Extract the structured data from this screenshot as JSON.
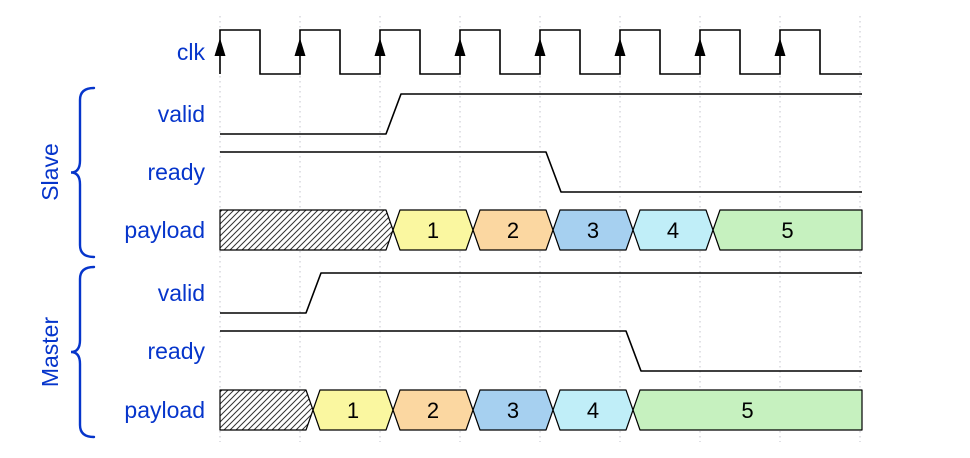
{
  "diagram": {
    "colors": {
      "label": "#0635cb",
      "line": "#000000",
      "grid": "#c3c3cc",
      "data_text": "#000000",
      "palette": {
        "yellow": "#faf7a0",
        "orange": "#fbd7a1",
        "blue": "#a6d0f0",
        "cyan": "#c0eef8",
        "green": "#c6f1bf",
        "hatch_bg": "#ffffff"
      }
    },
    "clock": {
      "label": "clk",
      "cycles": 8
    },
    "groups": [
      {
        "label": "Slave",
        "signals": [
          {
            "label": "valid",
            "type": "bit",
            "segments": [
              {
                "value": 0,
                "from": 0,
                "to": 2
              },
              {
                "value": 1,
                "from": 2,
                "to": 8
              }
            ]
          },
          {
            "label": "ready",
            "type": "bit",
            "segments": [
              {
                "value": 1,
                "from": 0,
                "to": 4
              },
              {
                "value": 0,
                "from": 4,
                "to": 8
              }
            ]
          },
          {
            "label": "payload",
            "type": "data",
            "segments": [
              {
                "kind": "x",
                "label": "",
                "from": 0,
                "to": 2
              },
              {
                "kind": "data",
                "label": "1",
                "color": "yellow",
                "from": 2,
                "to": 3
              },
              {
                "kind": "data",
                "label": "2",
                "color": "orange",
                "from": 3,
                "to": 4
              },
              {
                "kind": "data",
                "label": "3",
                "color": "blue",
                "from": 4,
                "to": 5
              },
              {
                "kind": "data",
                "label": "4",
                "color": "cyan",
                "from": 5,
                "to": 6
              },
              {
                "kind": "data",
                "label": "5",
                "color": "green",
                "from": 6,
                "to": 8
              }
            ]
          }
        ]
      },
      {
        "label": "Master",
        "signals": [
          {
            "label": "valid",
            "type": "bit",
            "segments": [
              {
                "value": 0,
                "from": 0,
                "to": 1
              },
              {
                "value": 1,
                "from": 1,
                "to": 8
              }
            ]
          },
          {
            "label": "ready",
            "type": "bit",
            "segments": [
              {
                "value": 1,
                "from": 0,
                "to": 5
              },
              {
                "value": 0,
                "from": 5,
                "to": 8
              }
            ]
          },
          {
            "label": "payload",
            "type": "data",
            "segments": [
              {
                "kind": "x",
                "label": "",
                "from": 0,
                "to": 1
              },
              {
                "kind": "data",
                "label": "1",
                "color": "yellow",
                "from": 1,
                "to": 2
              },
              {
                "kind": "data",
                "label": "2",
                "color": "orange",
                "from": 2,
                "to": 3
              },
              {
                "kind": "data",
                "label": "3",
                "color": "blue",
                "from": 3,
                "to": 4
              },
              {
                "kind": "data",
                "label": "4",
                "color": "cyan",
                "from": 4,
                "to": 5
              },
              {
                "kind": "data",
                "label": "5",
                "color": "green",
                "from": 5,
                "to": 8
              }
            ]
          }
        ]
      }
    ]
  }
}
